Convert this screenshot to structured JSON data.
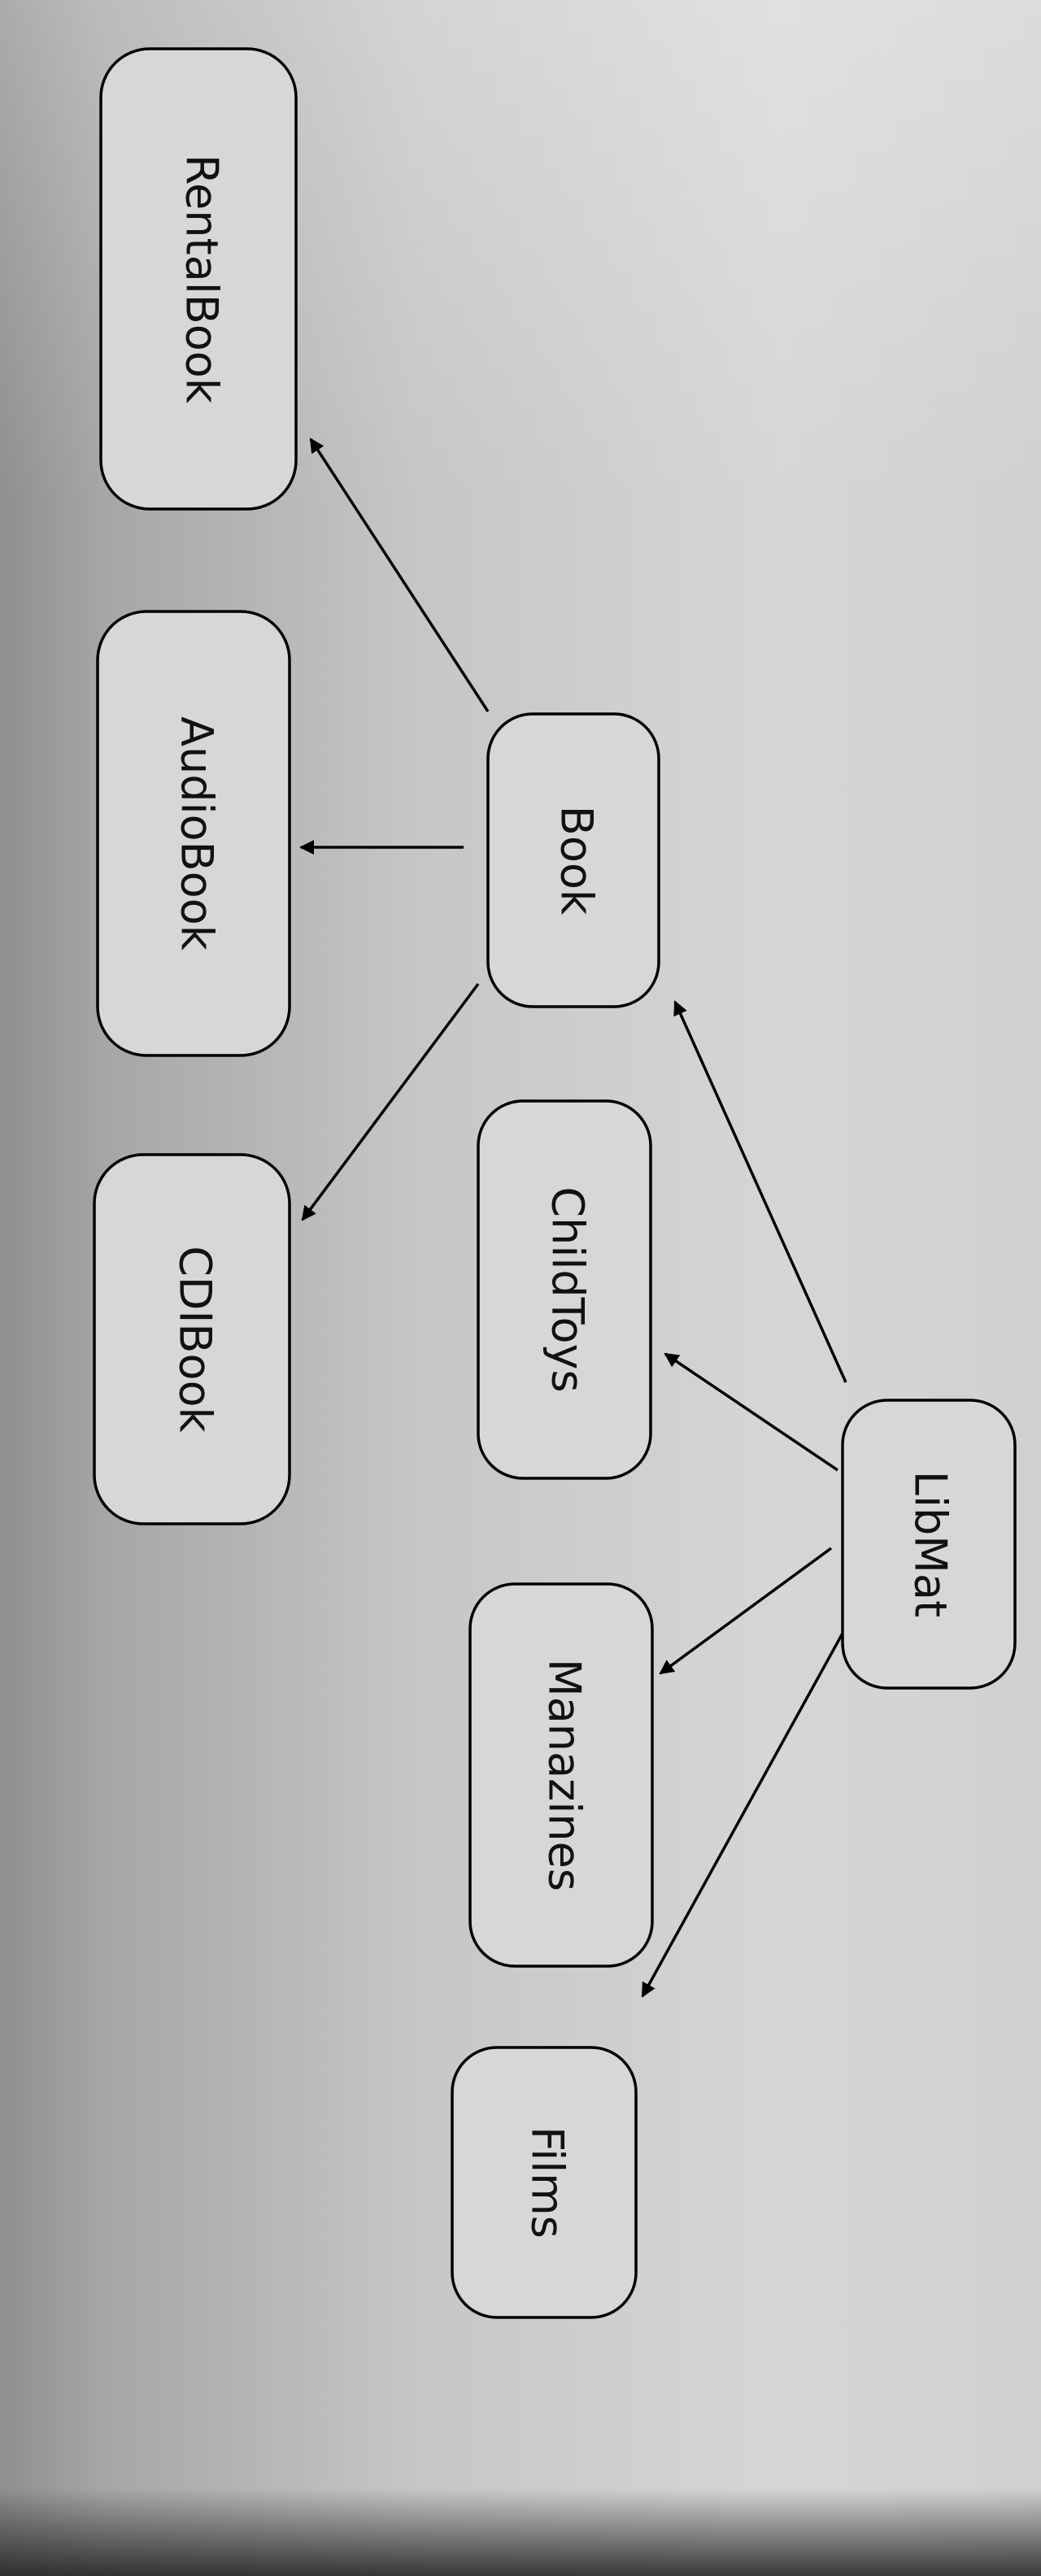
{
  "diagram": {
    "nodes": [
      {
        "id": "libmat",
        "label": "LibMat"
      },
      {
        "id": "book",
        "label": "Book"
      },
      {
        "id": "childtoys",
        "label": "ChildToys"
      },
      {
        "id": "manazines",
        "label": "Manazines"
      },
      {
        "id": "films",
        "label": "Films"
      },
      {
        "id": "rentalbook",
        "label": "RentalBook"
      },
      {
        "id": "audiobook",
        "label": "AudioBook"
      },
      {
        "id": "cdibook",
        "label": "CDIBook"
      }
    ],
    "edges": [
      {
        "from": "libmat",
        "to": "book"
      },
      {
        "from": "libmat",
        "to": "childtoys"
      },
      {
        "from": "libmat",
        "to": "manazines"
      },
      {
        "from": "libmat",
        "to": "films"
      },
      {
        "from": "book",
        "to": "rentalbook"
      },
      {
        "from": "book",
        "to": "audiobook"
      },
      {
        "from": "book",
        "to": "cdibook"
      }
    ]
  }
}
